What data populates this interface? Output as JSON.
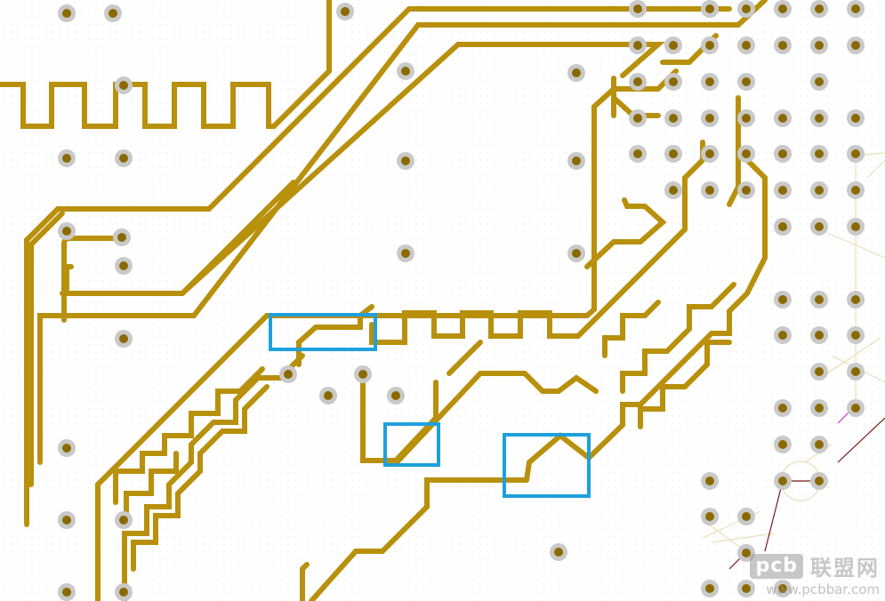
{
  "colors": {
    "trace": "#b8900c",
    "pad_ring": "#c9c9c9",
    "pad_hole": "#8a6a00",
    "highlight": "#1ea0dc",
    "silkscreen": "#eadfb8",
    "ratsnest": "#7a1a1a",
    "magenta": "#cc33cc",
    "background": "#ffffff"
  },
  "watermark": {
    "logo": "pcb",
    "chinese": "联盟网",
    "url": "www.pcbbar.com"
  }
}
